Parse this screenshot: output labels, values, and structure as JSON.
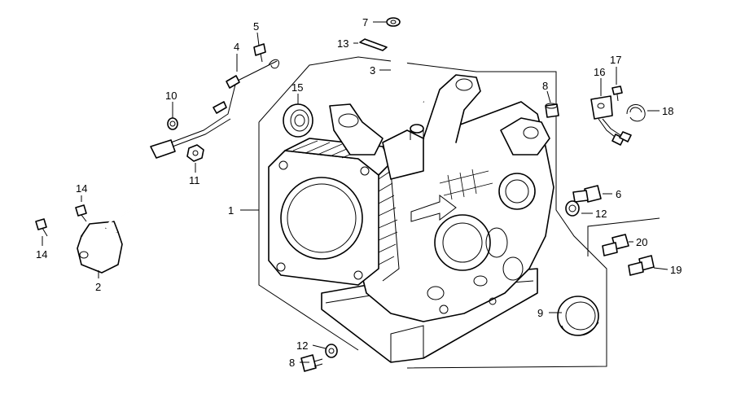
{
  "diagram": {
    "callouts": [
      {
        "id": "c1",
        "text": "1"
      },
      {
        "id": "c2",
        "text": "2"
      },
      {
        "id": "c3",
        "text": "3"
      },
      {
        "id": "c4",
        "text": "4"
      },
      {
        "id": "c5",
        "text": "5"
      },
      {
        "id": "c6",
        "text": "6"
      },
      {
        "id": "c7",
        "text": "7"
      },
      {
        "id": "c8a",
        "text": "8"
      },
      {
        "id": "c8b",
        "text": "8"
      },
      {
        "id": "c9",
        "text": "9"
      },
      {
        "id": "c10",
        "text": "10"
      },
      {
        "id": "c11",
        "text": "11"
      },
      {
        "id": "c12a",
        "text": "12"
      },
      {
        "id": "c12b",
        "text": "12"
      },
      {
        "id": "c13",
        "text": "13"
      },
      {
        "id": "c14a",
        "text": "14"
      },
      {
        "id": "c14b",
        "text": "14"
      },
      {
        "id": "c15",
        "text": "15"
      },
      {
        "id": "c16",
        "text": "16"
      },
      {
        "id": "c17",
        "text": "17"
      },
      {
        "id": "c18",
        "text": "18"
      },
      {
        "id": "c19",
        "text": "19"
      },
      {
        "id": "c20",
        "text": "20"
      }
    ]
  }
}
